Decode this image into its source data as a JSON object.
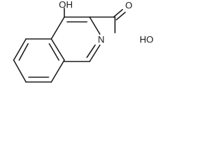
{
  "labels": {
    "hydroxyl": "OH",
    "carboxyl_oxygen": "O",
    "carboxyl_hydroxyl": "HO",
    "ring_nitrogen": "N"
  }
}
